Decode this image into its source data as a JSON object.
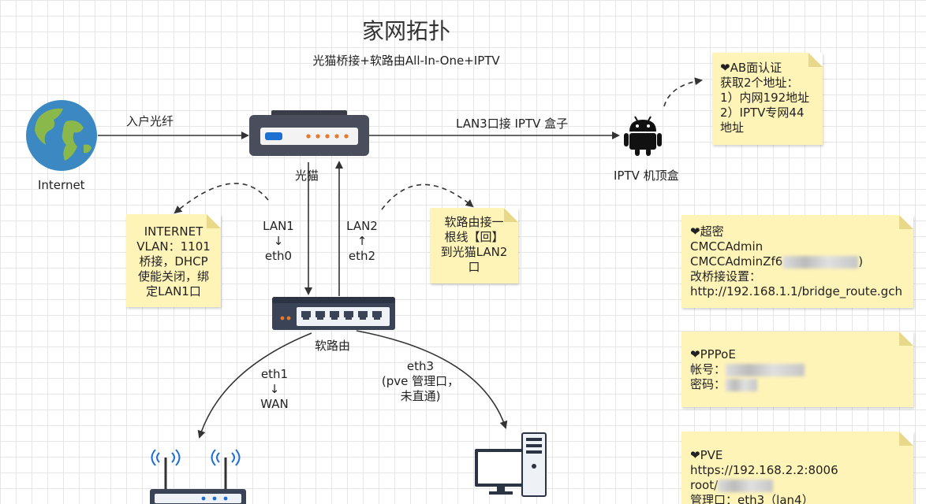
{
  "title": "家网拓扑",
  "subtitle": "光猫桥接+软路由All-In-One+IPTV",
  "nodes": {
    "internet": "Internet",
    "modem": "光猫",
    "iptv_box": "IPTV 机顶盒",
    "soft_router": "软路由"
  },
  "edges": {
    "fiber": "入户光纤",
    "lan3": "LAN3口接 IPTV 盒子",
    "lan1": [
      "LAN1",
      "↓",
      "eth0"
    ],
    "lan2": [
      "LAN2",
      "↑",
      "eth2"
    ],
    "eth1": [
      "eth1",
      "↓",
      "WAN"
    ],
    "eth3": [
      "eth3",
      "(pve 管理口，",
      "未直通)"
    ]
  },
  "notes": {
    "ab_auth": [
      "❤AB面认证",
      "获取2个地址：",
      "1）内网192地址",
      "2）IPTV专网44",
      "地址"
    ],
    "internet_vlan": [
      "INTERNET",
      "VLAN：1101",
      "桥接，DHCP",
      "使能关闭，绑",
      "定LAN1口"
    ],
    "soft_router_link": [
      "软路由接一",
      "根线【回】",
      "到光猫LAN2",
      "口"
    ],
    "super_pwd": {
      "lines": [
        "❤超密",
        "CMCCAdmin",
        "CMCCAdminZf6",
        "改桥接设置：",
        "http://192.168.1.1/bridge_route.gch"
      ],
      "tail": ")"
    },
    "pppoe": {
      "head": "❤PPPoE",
      "account": "帐号：",
      "password": "密码："
    },
    "pve": {
      "head": "❤PVE",
      "url": "https://192.168.2.2:8006",
      "user": "root/",
      "port": "管理口：eth3（lan4）"
    }
  },
  "colors": {
    "line": "#333333",
    "note_bg": "#fff4b8",
    "modem_body": "#4a4d5c",
    "led_blue": "#1d6fd1",
    "led_orange": "#e8792b",
    "globe_water": "#3b88c3",
    "globe_land": "#8bb84a"
  }
}
